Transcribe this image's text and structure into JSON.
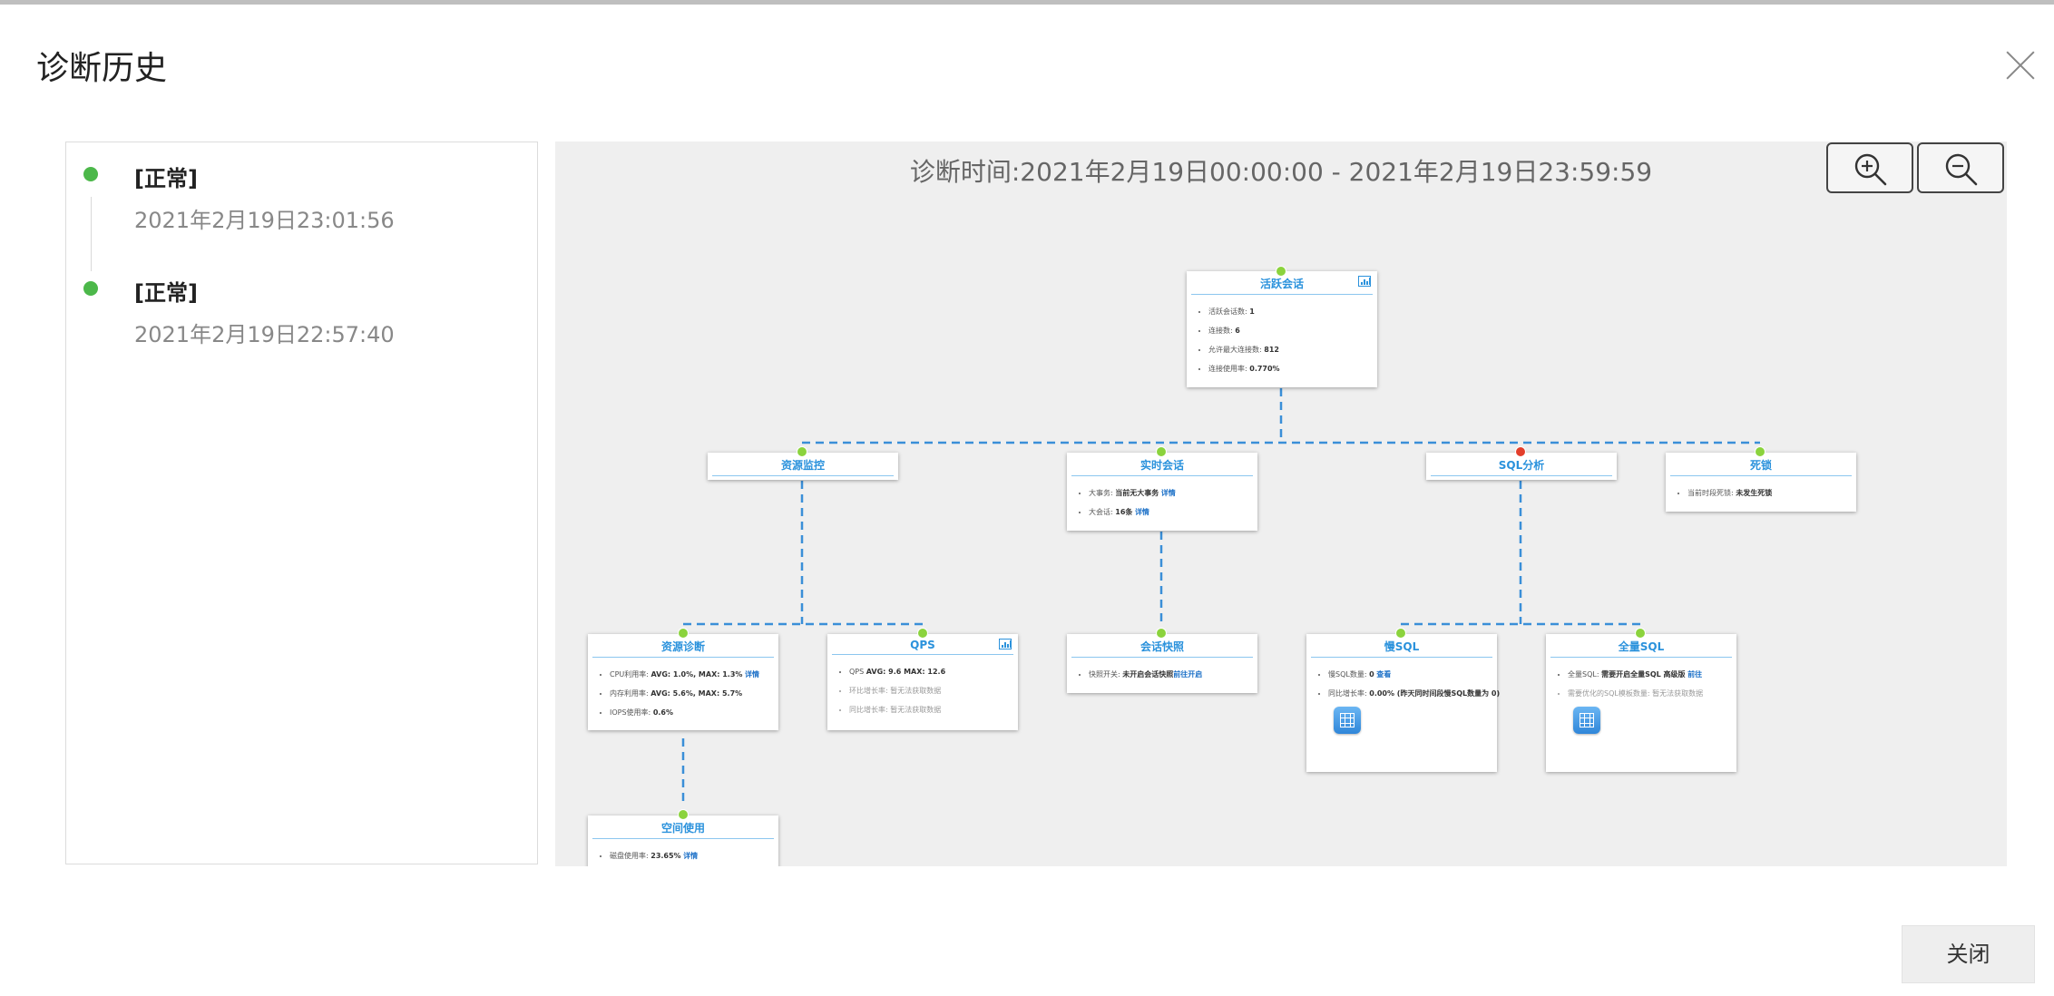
{
  "modal": {
    "title": "诊断历史",
    "close_label": "关闭"
  },
  "history": [
    {
      "status": "[正常]",
      "time": "2021年2月19日23:01:56"
    },
    {
      "status": "[正常]",
      "time": "2021年2月19日22:57:40"
    }
  ],
  "diagnosis": {
    "time_range": "诊断时间:2021年2月19日00:00:00 - 2021年2月19日23:59:59"
  },
  "nodes": {
    "active_session": {
      "title": "活跃会话",
      "items": [
        {
          "label": "活跃会话数:",
          "value": "1"
        },
        {
          "label": "连接数:",
          "value": "6"
        },
        {
          "label": "允许最大连接数:",
          "value": "812"
        },
        {
          "label": "连接使用率:",
          "value": "0.770%"
        }
      ]
    },
    "resource_monitor": {
      "title": "资源监控"
    },
    "realtime_session": {
      "title": "实时会话",
      "items": [
        {
          "label": "大事务:",
          "value": "当前无大事务",
          "link": "详情"
        },
        {
          "label": "大会话:",
          "value": "16条",
          "link": "详情"
        }
      ]
    },
    "sql_analysis": {
      "title": "SQL分析"
    },
    "deadlock": {
      "title": "死锁",
      "items": [
        {
          "label": "当前时段死锁:",
          "value": "未发生死锁"
        }
      ]
    },
    "resource_diag": {
      "title": "资源诊断",
      "items": [
        {
          "label": "CPU利用率:",
          "value": "AVG: 1.0%, MAX: 1.3%",
          "link": "详情"
        },
        {
          "label": "内存利用率:",
          "value": "AVG: 5.6%, MAX: 5.7%"
        },
        {
          "label": "IOPS使用率:",
          "value": "0.6%"
        }
      ]
    },
    "qps": {
      "title": "QPS",
      "items": [
        {
          "label": "QPS",
          "value": "AVG: 9.6 MAX: 12.6"
        },
        {
          "label": "环比增长率: 暂无法获取数据",
          "muted": true
        },
        {
          "label": "同比增长率: 暂无法获取数据",
          "muted": true
        }
      ]
    },
    "session_snapshot": {
      "title": "会话快照",
      "items": [
        {
          "label": "快照开关:",
          "value": "未开启会话快照",
          "link": "前往开启"
        }
      ]
    },
    "slow_sql": {
      "title": "慢SQL",
      "items": [
        {
          "label": "慢SQL数量:",
          "value": "0",
          "link": "查看"
        },
        {
          "label": "同比增长率:",
          "value": "0.00% (昨天同时间段慢SQL数量为 0)"
        }
      ]
    },
    "full_sql": {
      "title": "全量SQL",
      "items": [
        {
          "label": "全量SQL:",
          "value": "需要开启全量SQL 高级版",
          "link": "前往"
        },
        {
          "label": "需要优化的SQL模板数量: 暂无法获取数据",
          "muted": true
        }
      ]
    },
    "space_usage": {
      "title": "空间使用",
      "items": [
        {
          "label": "磁盘使用率:",
          "value": "23.65%",
          "link": "详情"
        }
      ]
    }
  },
  "icons": {
    "zoom_in": "zoom-in-icon",
    "zoom_out": "zoom-out-icon",
    "chart": "bar-chart-icon",
    "table": "table-icon",
    "close": "close-icon"
  },
  "colors": {
    "status_ok": "#4cb84a",
    "node_title": "#2b92dc",
    "link": "#1a6fc7",
    "connector": "#3a8fd8",
    "port_ok": "#8bd33d",
    "port_alert": "#e33e2b"
  }
}
